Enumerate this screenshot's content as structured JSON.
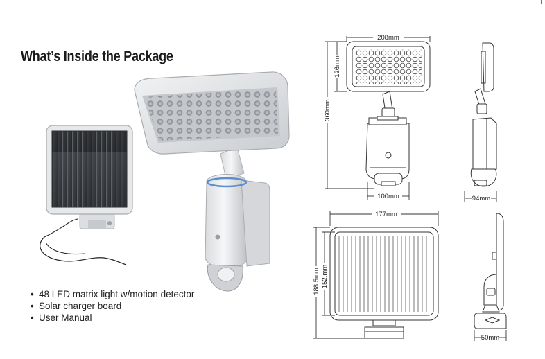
{
  "heading": "What’s Inside the Package",
  "features": [
    "48 LED matrix light w/motion detector",
    "Solar charger board",
    "User Manual"
  ],
  "dimensions": {
    "light_width": "208mm",
    "light_head_height": "126mm",
    "light_total_height": "360mm",
    "light_base_width": "100mm",
    "light_depth": "94mm",
    "panel_width": "177mm",
    "panel_total_height": "188.5mm",
    "panel_height": "152.mm",
    "panel_depth": "50mm"
  }
}
